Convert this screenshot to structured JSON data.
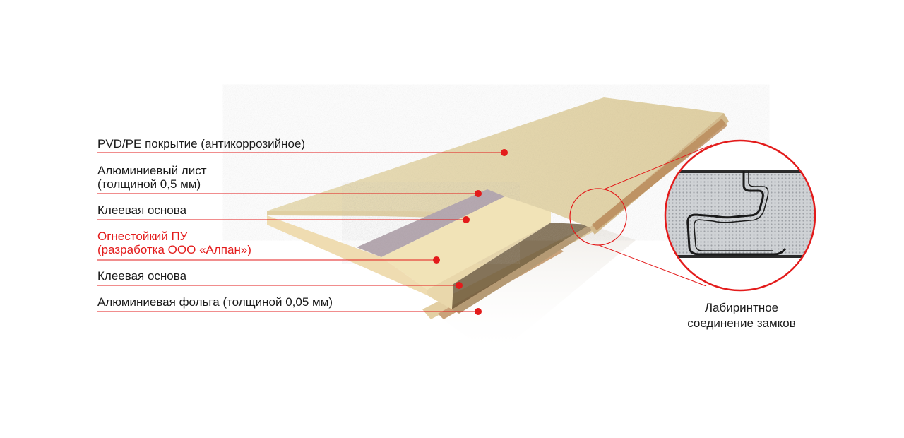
{
  "labels": {
    "coating": "PVD/PE покрытие (антикоррозийное)",
    "sheet_line1": "Алюминиевый лист",
    "sheet_line2": "(толщиной 0,5 мм)",
    "adhesive_top": "Клеевая основа",
    "pu_line1": "Огнестойкий ПУ",
    "pu_line2": "(разработка ООО «Алпан»)",
    "adhesive_bottom": "Клеевая основа",
    "foil": "Алюминиевая фольга (толщиной 0,05 мм)",
    "lock_line1": "Лабиринтное",
    "lock_line2": "соединение замков"
  },
  "colors": {
    "leader": "#e31b1b",
    "marker": "#e31b1b",
    "text": "#1a1a1a",
    "highlight_text": "#e31b1b",
    "panel_surface": "#e8d9b0",
    "panel_edge": "#d8c396",
    "foam": "#f1e3b7",
    "mineral_strip": "#b7aab2",
    "foil": "#c9a27a",
    "lock_fill": "#c9cccf"
  }
}
